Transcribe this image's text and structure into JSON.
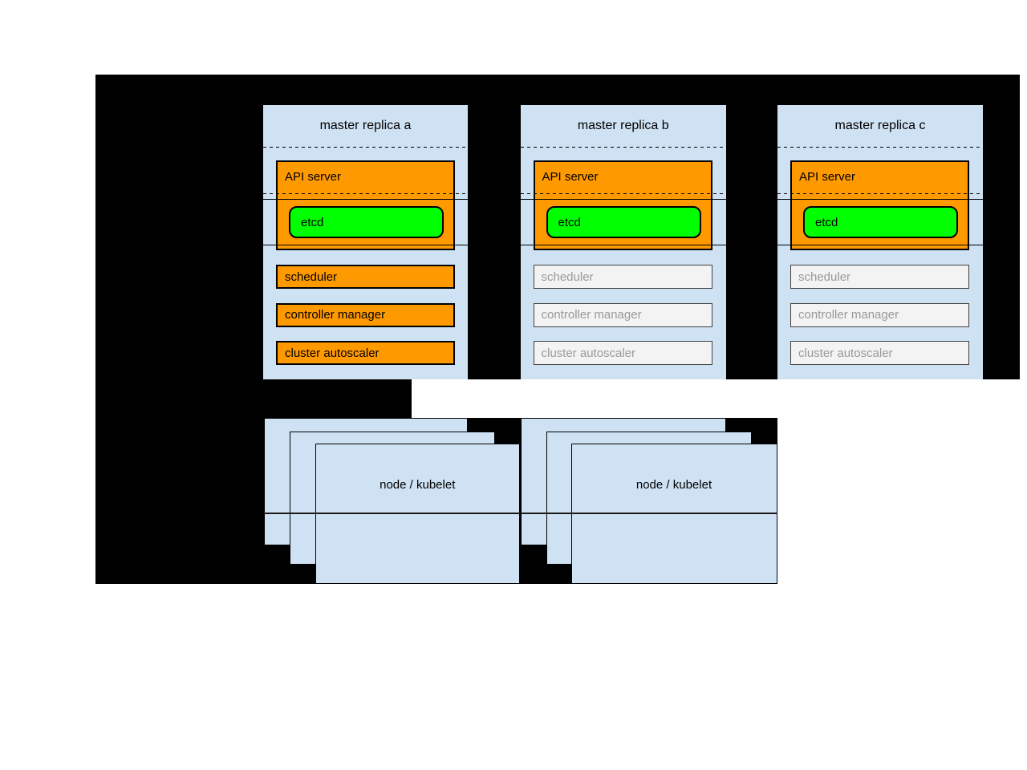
{
  "diagram": {
    "kind": "kubernetes-ha-masters-architecture",
    "colors": {
      "background": "#000000",
      "panel_blue": "#cfe2f3",
      "active_orange": "#ff9900",
      "etcd_green": "#00ff00",
      "inactive_fill": "#f3f3f3",
      "inactive_text": "#999999",
      "line": "#000000"
    }
  },
  "replicas": [
    {
      "title": "master replica a",
      "api_label": "API server",
      "api_state": "active",
      "etcd_label": "etcd",
      "components": [
        {
          "label": "scheduler",
          "state": "active"
        },
        {
          "label": "controller manager",
          "state": "active"
        },
        {
          "label": "cluster autoscaler",
          "state": "active"
        }
      ]
    },
    {
      "title": "master replica b",
      "api_label": "API server",
      "api_state": "active",
      "etcd_label": "etcd",
      "components": [
        {
          "label": "scheduler",
          "state": "inactive"
        },
        {
          "label": "controller manager",
          "state": "inactive"
        },
        {
          "label": "cluster autoscaler",
          "state": "inactive"
        }
      ]
    },
    {
      "title": "master replica c",
      "api_label": "API server",
      "api_state": "active",
      "etcd_label": "etcd",
      "components": [
        {
          "label": "scheduler",
          "state": "inactive"
        },
        {
          "label": "controller manager",
          "state": "inactive"
        },
        {
          "label": "cluster autoscaler",
          "state": "inactive"
        }
      ]
    }
  ],
  "node_groups": [
    {
      "label": "node / kubelet"
    },
    {
      "label": "node / kubelet"
    }
  ]
}
